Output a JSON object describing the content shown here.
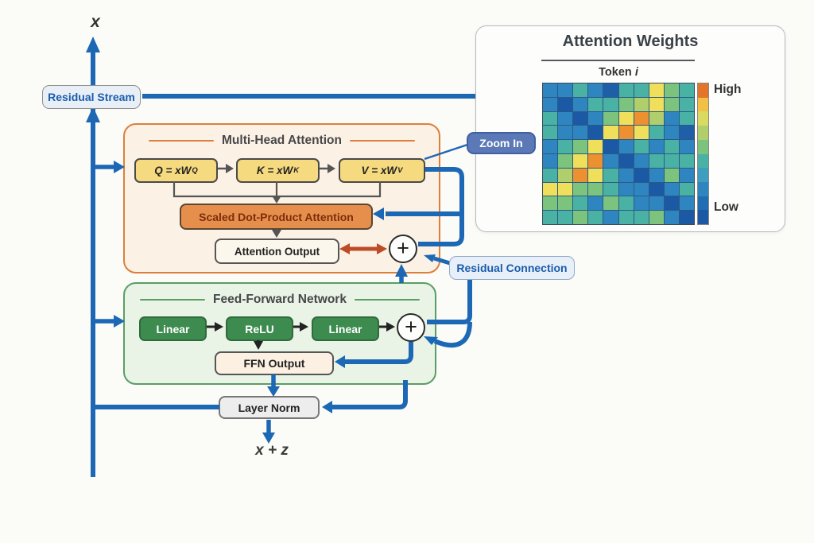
{
  "labels": {
    "x_top": "x",
    "x_plus_z": "x + z",
    "residual_stream": "Residual Stream",
    "zoom_in": "Zoom In",
    "residual_connection": "Residual Connection",
    "plus": "+",
    "layer_norm": "Layer Norm"
  },
  "mha": {
    "title": "Multi-Head Attention",
    "qkv": [
      {
        "main": "Q = xW",
        "sup": "Q"
      },
      {
        "main": "K = xW",
        "sup": "K"
      },
      {
        "main": "V = xW",
        "sup": "V"
      }
    ],
    "scaled": "Scaled Dot-Product Attention",
    "output": "Attention Output"
  },
  "ffn": {
    "title": "Feed-Forward Network",
    "layers": [
      "Linear",
      "ReLU",
      "Linear"
    ],
    "output": "FFN Output"
  },
  "panel": {
    "title": "Attention Weights",
    "subtitle": "Token ",
    "subtitle_var": "i",
    "high": "High",
    "low": "Low"
  },
  "colors": {
    "line_blue": "#1d68b5",
    "arrow_red": "#bd4b26",
    "mha_border": "#dd7f3c",
    "ffn_border": "#5a9e63",
    "qkv_fill": "#f6da7f",
    "scaled_fill": "#e68f4d",
    "green_fill": "#3e8b50"
  },
  "chart_data": {
    "type": "heatmap",
    "title": "Attention Weights",
    "x_axis_label": "Token i",
    "rows": 10,
    "cols": 10,
    "legend": {
      "high_label": "High",
      "low_label": "Low"
    },
    "values": [
      [
        0.25,
        0.25,
        0.45,
        0.25,
        0.08,
        0.45,
        0.45,
        0.8,
        0.55,
        0.45
      ],
      [
        0.25,
        0.05,
        0.25,
        0.45,
        0.45,
        0.55,
        0.65,
        0.8,
        0.55,
        0.45
      ],
      [
        0.45,
        0.25,
        0.05,
        0.25,
        0.55,
        0.8,
        0.92,
        0.65,
        0.25,
        0.45
      ],
      [
        0.45,
        0.25,
        0.25,
        0.05,
        0.8,
        0.92,
        0.8,
        0.45,
        0.25,
        0.08
      ],
      [
        0.25,
        0.45,
        0.55,
        0.8,
        0.05,
        0.25,
        0.45,
        0.25,
        0.45,
        0.25
      ],
      [
        0.25,
        0.55,
        0.8,
        0.92,
        0.25,
        0.05,
        0.25,
        0.45,
        0.45,
        0.45
      ],
      [
        0.45,
        0.65,
        0.92,
        0.8,
        0.45,
        0.25,
        0.05,
        0.25,
        0.55,
        0.25
      ],
      [
        0.8,
        0.8,
        0.55,
        0.55,
        0.45,
        0.25,
        0.25,
        0.05,
        0.25,
        0.45
      ],
      [
        0.55,
        0.55,
        0.45,
        0.25,
        0.55,
        0.45,
        0.25,
        0.25,
        0.05,
        0.25
      ],
      [
        0.45,
        0.45,
        0.55,
        0.45,
        0.25,
        0.45,
        0.45,
        0.55,
        0.25,
        0.05
      ]
    ],
    "colormap_stops": [
      [
        0.0,
        "#1a4f9c"
      ],
      [
        0.18,
        "#2273b8"
      ],
      [
        0.33,
        "#3d9ac6"
      ],
      [
        0.45,
        "#49b2a4"
      ],
      [
        0.55,
        "#7cc47e"
      ],
      [
        0.66,
        "#b5cf6a"
      ],
      [
        0.8,
        "#efdf5a"
      ],
      [
        0.9,
        "#f2a234"
      ],
      [
        0.96,
        "#e06b27"
      ],
      [
        1.0,
        "#bf3b1f"
      ]
    ]
  }
}
